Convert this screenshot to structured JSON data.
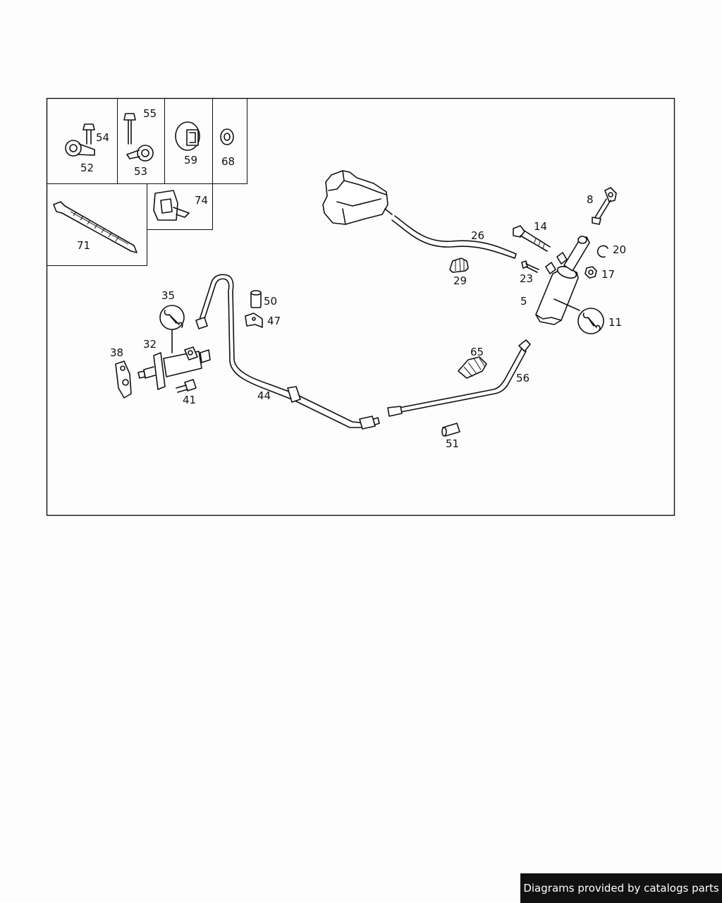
{
  "colors": {
    "line": "#111111",
    "background": "#fdfdfd",
    "credit_bg": "#111111",
    "credit_fg": "#ffffff"
  },
  "callouts": {
    "p52": "52",
    "p54": "54",
    "p55": "55",
    "p53": "53",
    "p59": "59",
    "p68": "68",
    "p71": "71",
    "p74": "74",
    "p8": "8",
    "p14": "14",
    "p26": "26",
    "p20": "20",
    "p23": "23",
    "p17": "17",
    "p29": "29",
    "p5": "5",
    "p11": "11",
    "p35": "35",
    "p50": "50",
    "p47": "47",
    "p38": "38",
    "p32": "32",
    "p41": "41",
    "p44": "44",
    "p65": "65",
    "p56": "56",
    "p51": "51"
  },
  "icons": {
    "tool": "wrench-icon"
  },
  "credit": "Diagrams provided by catalogs parts"
}
